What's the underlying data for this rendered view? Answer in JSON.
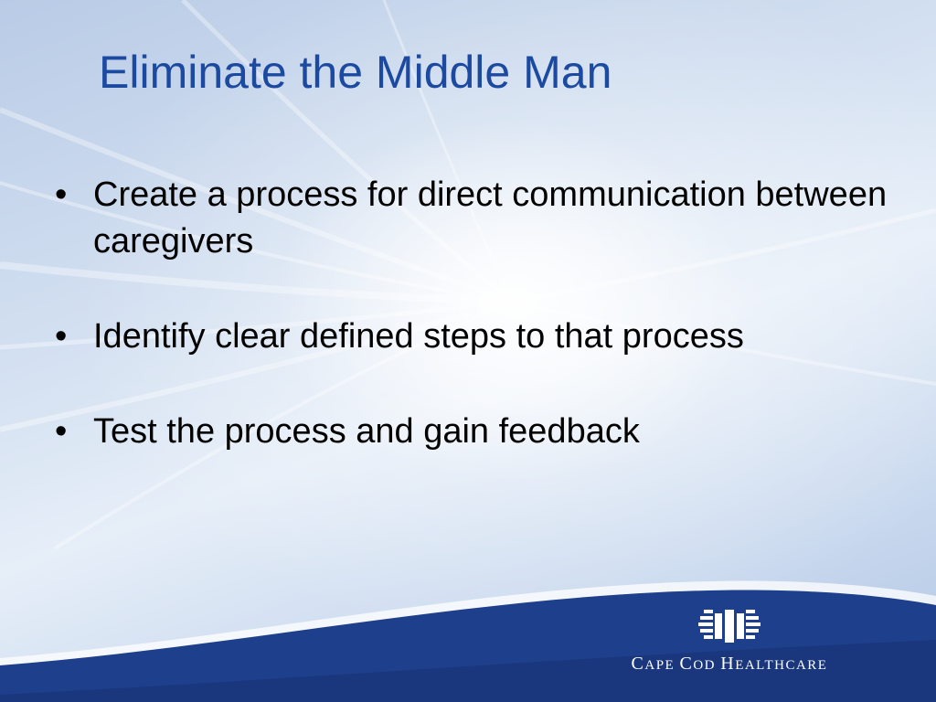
{
  "slide": {
    "title": "Eliminate the Middle Man",
    "bullets": [
      {
        "marker": "•",
        "text": "Create a process for direct communication between caregivers"
      },
      {
        "marker": "•",
        "text": "Identify clear defined steps to that process"
      },
      {
        "marker": "•",
        "text": "Test the process and gain feedback"
      }
    ]
  },
  "footer": {
    "logo_text": "Cape Cod Healthcare",
    "logo_text_parts": [
      "C",
      "APE ",
      "C",
      "OD ",
      "H",
      "EALTHCARE"
    ],
    "logo_icon": "cape-cod-healthcare-logo-icon"
  },
  "colors": {
    "title": "#1c4aa0",
    "footer_band": "#1e3f8c",
    "footer_band_dark": "#16306e",
    "body_text": "#000000",
    "background": "#d3e0f1"
  }
}
